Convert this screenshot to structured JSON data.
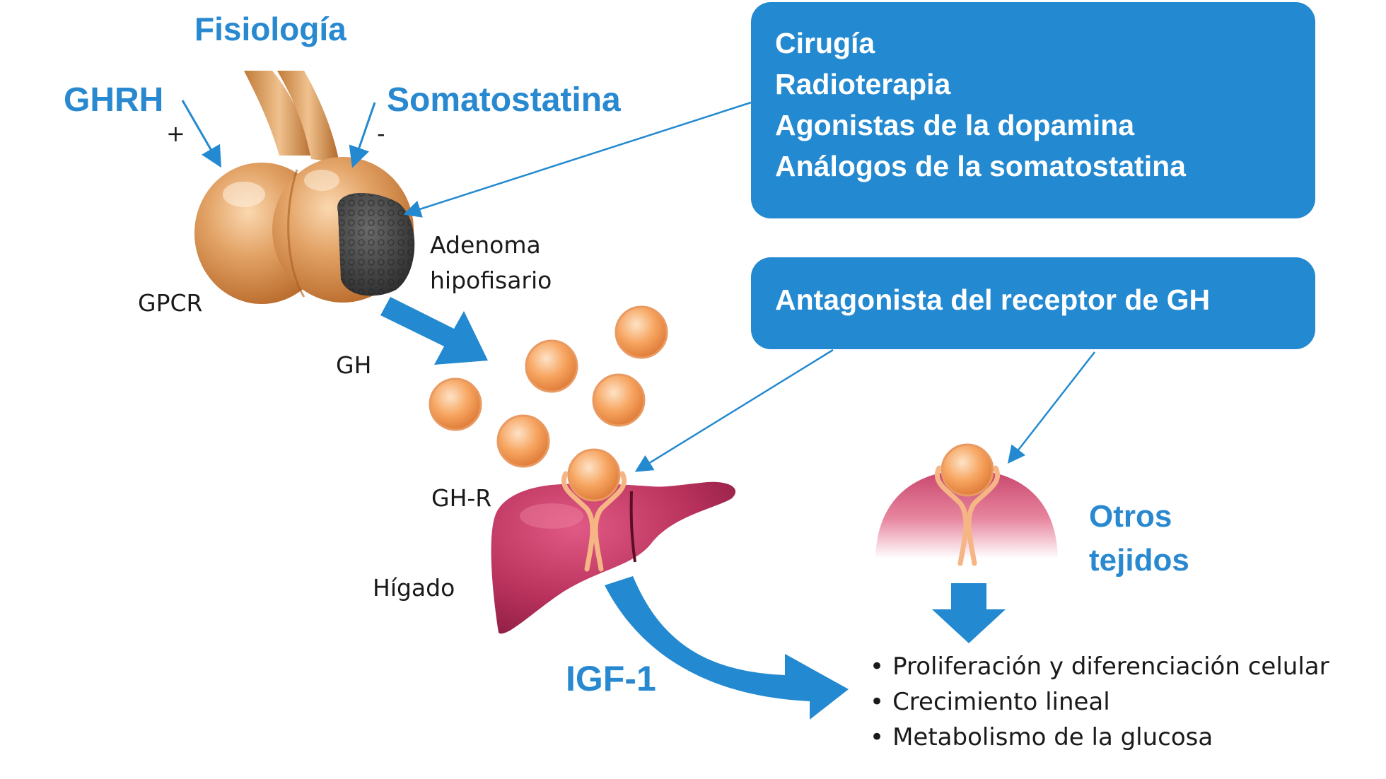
{
  "title": "Fisiología",
  "regulators": {
    "ghrh": "GHRH",
    "ghrh_sign": "+",
    "somatostatina": "Somatostatina",
    "somatostatina_sign": "-"
  },
  "pituitary": {
    "gpcr": "GPCR",
    "adenoma": [
      "Adenoma",
      "hipofisario"
    ]
  },
  "hormone": {
    "gh": "GH",
    "receptor": "GH-R"
  },
  "liver": {
    "label": "Hígado"
  },
  "tissues": {
    "label": [
      "Otros",
      "tejidos"
    ]
  },
  "igf": {
    "label": "IGF-1"
  },
  "treatments": {
    "lines": [
      "Cirugía",
      "Radioterapia",
      "Agonistas de la dopamina",
      "Análogos de la somatostatina"
    ]
  },
  "antagonist": {
    "label": "Antagonista del receptor de GH"
  },
  "effects": {
    "items": [
      "Proliferación y diferenciación celular",
      "Crecimiento lineal",
      "Metabolismo de la glucosa"
    ]
  },
  "colors": {
    "accent_blue": "#2389d0",
    "liver": "#b8325c",
    "gh_molecule": "#f7a662",
    "gland": "#d98d44",
    "adenoma": "#4a4a4a"
  }
}
